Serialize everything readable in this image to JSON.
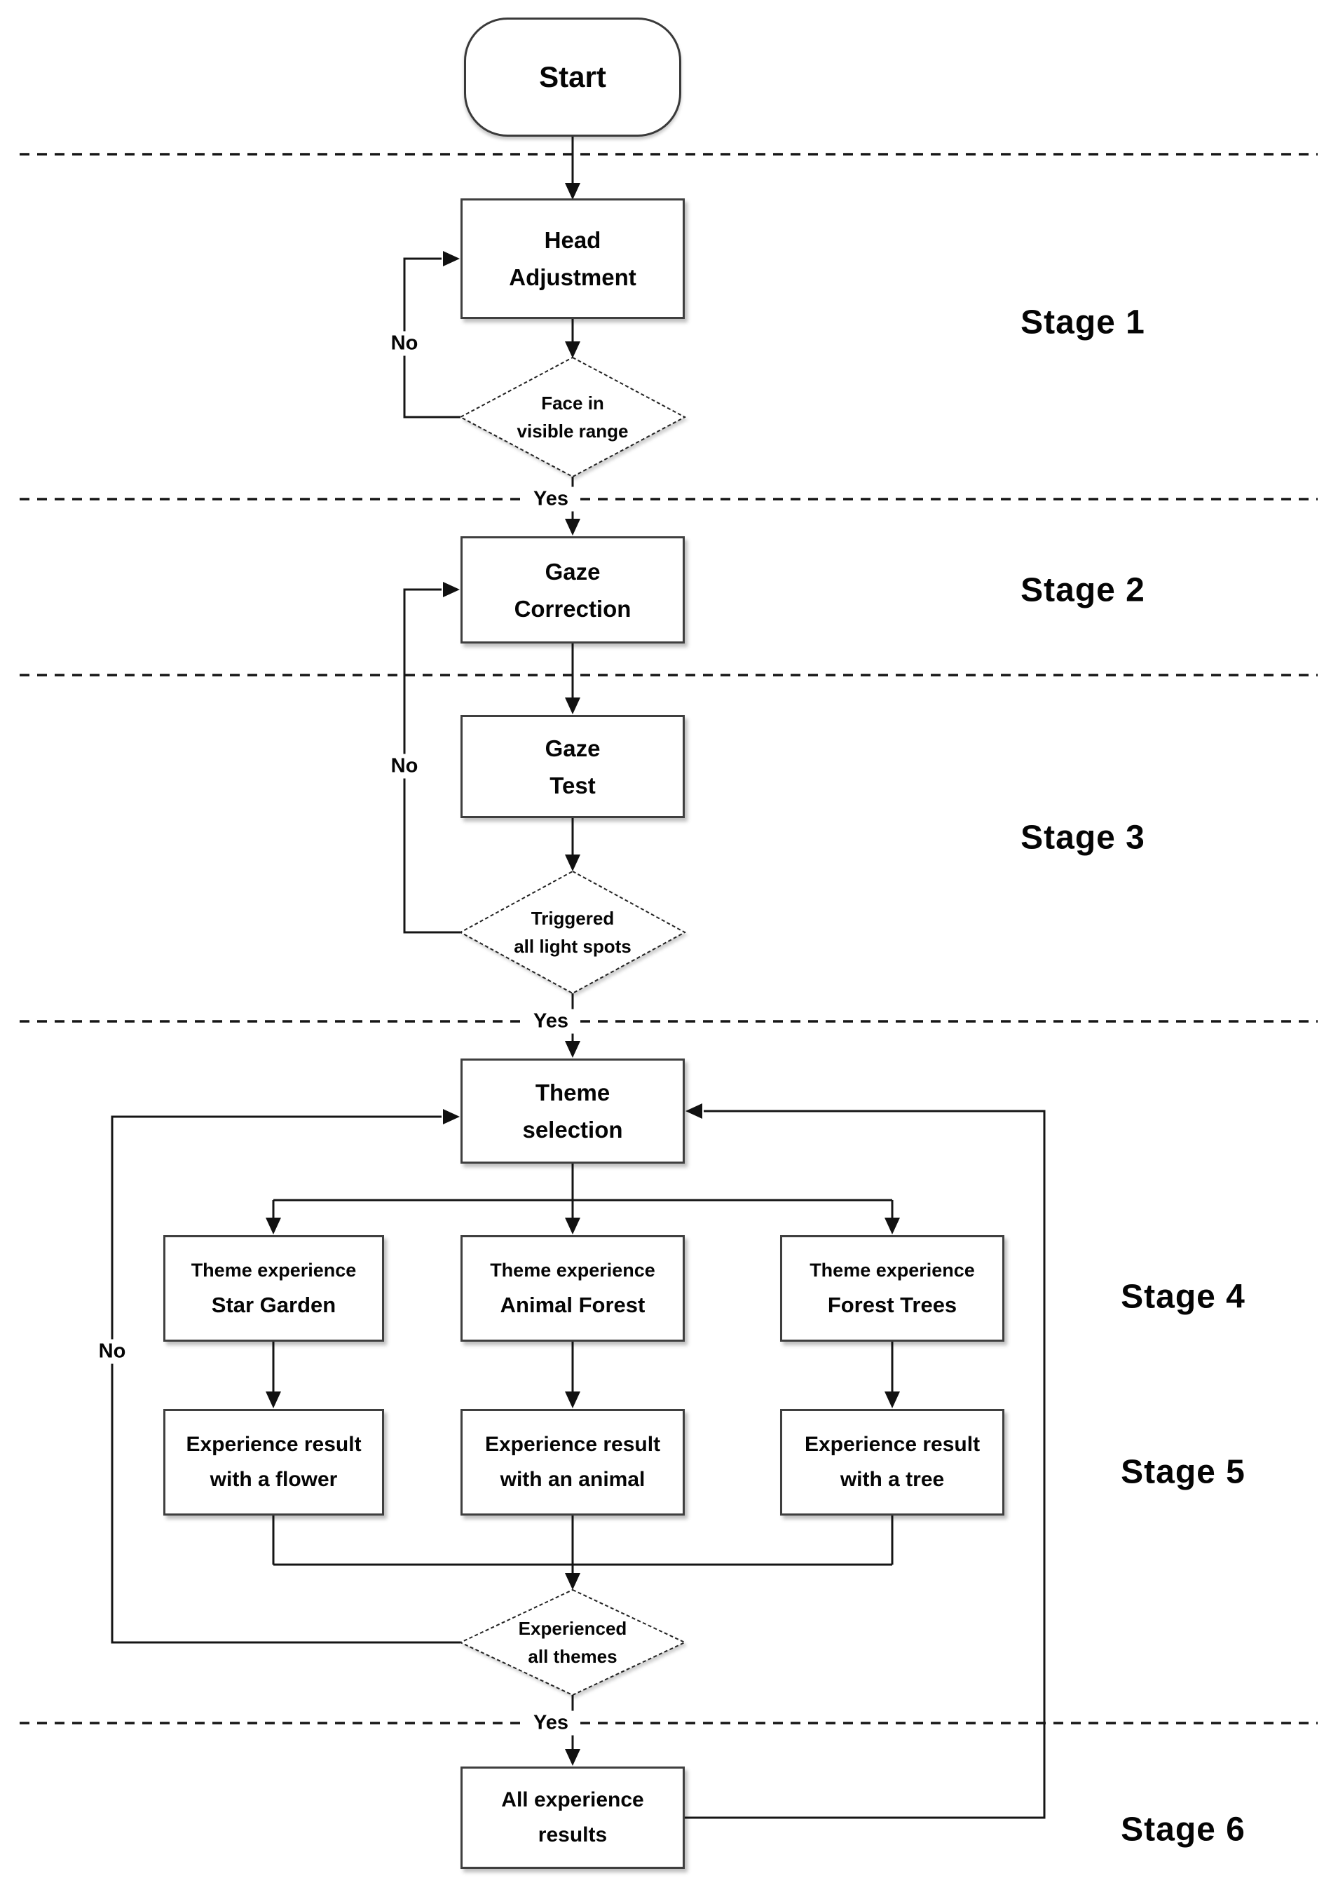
{
  "flow": {
    "start": "Start",
    "head_adjustment": {
      "l1": "Head",
      "l2": "Adjustment"
    },
    "face_in_range": {
      "l1": "Face in",
      "l2": "visible range"
    },
    "gaze_correction": {
      "l1": "Gaze",
      "l2": "Correction"
    },
    "gaze_test": {
      "l1": "Gaze",
      "l2": "Test"
    },
    "triggered_spots": {
      "l1": "Triggered",
      "l2": "all light spots"
    },
    "theme_selection": {
      "l1": "Theme",
      "l2": "selection"
    },
    "theme_star_garden": {
      "l1": "Theme experience",
      "l2": "Star Garden"
    },
    "theme_animal_forest": {
      "l1": "Theme experience",
      "l2": "Animal Forest"
    },
    "theme_forest_trees": {
      "l1": "Theme experience",
      "l2": "Forest Trees"
    },
    "result_flower": {
      "l1": "Experience result",
      "l2": "with a flower"
    },
    "result_animal": {
      "l1": "Experience result",
      "l2": "with an animal"
    },
    "result_tree": {
      "l1": "Experience result",
      "l2": "with a tree"
    },
    "all_results": {
      "l1": "All experience",
      "l2": "results"
    }
  },
  "stages": [
    "Stage 1",
    "Stage 2",
    "Stage 3",
    "Stage 4",
    "Stage 5",
    "Stage 6"
  ],
  "labels": {
    "no1": "No",
    "no2": "No",
    "no3": "No",
    "yes1": "Yes",
    "yes2": "Yes",
    "yes3": "Yes"
  },
  "colors": {
    "line": "#141414",
    "box_border": "#3f3f3f",
    "text": "#050505",
    "background": "#ffffff"
  }
}
